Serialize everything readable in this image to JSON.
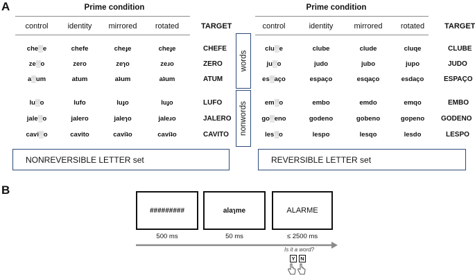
{
  "panel_a": {
    "letter": "A",
    "left": {
      "prime_condition": "Prime condition",
      "columns": [
        "control",
        "identity",
        "mirrored",
        "rotated"
      ],
      "target_header": "TARGET",
      "words": [
        {
          "cells": [
            "che░e",
            "chefe",
            "cheɟe",
            "cheɟe"
          ],
          "target": "CHEFE"
        },
        {
          "cells": [
            "ze░o",
            "zero",
            "zeɿo",
            "zeɹo"
          ],
          "target": "ZERO"
        },
        {
          "cells": [
            "a░um",
            "atum",
            "aʇum",
            "aʇum"
          ],
          "target": "ATUM"
        }
      ],
      "nonwords": [
        {
          "cells": [
            "lu░o",
            "lufo",
            "luɟo",
            "luɟo"
          ],
          "target": "LUFO"
        },
        {
          "cells": [
            "jale░o",
            "jalero",
            "jaleɿo",
            "jaleɹo"
          ],
          "target": "JALERO"
        },
        {
          "cells": [
            "cavi░o",
            "cavito",
            "caviʇo",
            "caviʇo"
          ],
          "target": "CAVITO"
        }
      ],
      "set_label": "NONREVERSIBLE LETTER set"
    },
    "words_label": "words",
    "nonwords_label": "nonwords",
    "right": {
      "prime_condition": "Prime condition",
      "columns": [
        "control",
        "identity",
        "mirrored",
        "rotated"
      ],
      "target_header": "TARGET",
      "words": [
        {
          "cells": [
            "clu░e",
            "clube",
            "clude",
            "cluqe"
          ],
          "target": "CLUBE"
        },
        {
          "cells": [
            "ju░o",
            "judo",
            "jubo",
            "jupo"
          ],
          "target": "JUDO"
        },
        {
          "cells": [
            "es░aço",
            "espaço",
            "esqaço",
            "esdaço"
          ],
          "target": "ESPAÇO"
        }
      ],
      "nonwords": [
        {
          "cells": [
            "em░o",
            "embo",
            "emdo",
            "emqo"
          ],
          "target": "EMBO"
        },
        {
          "cells": [
            "go░eno",
            "godeno",
            "gobeno",
            "gopeno"
          ],
          "target": "GODENO"
        },
        {
          "cells": [
            "les░o",
            "lespo",
            "lesqo",
            "lesdo"
          ],
          "target": "LESPO"
        }
      ],
      "set_label": "REVERSIBLE LETTER set"
    }
  },
  "panel_b": {
    "letter": "B",
    "frames": [
      {
        "content": "#########",
        "duration": "500 ms"
      },
      {
        "content": "alaɿme",
        "duration": "50 ms"
      },
      {
        "content": "ALARME",
        "duration": "≤ 2500 ms"
      }
    ],
    "question": "Is it a word?",
    "keys": [
      "Y",
      "N"
    ],
    "icons": [
      "hand-pointer-icon",
      "hand-pointer-icon"
    ],
    "colors": {
      "box_border": "#2c4a78",
      "arrow": "#8a8a8a"
    }
  }
}
